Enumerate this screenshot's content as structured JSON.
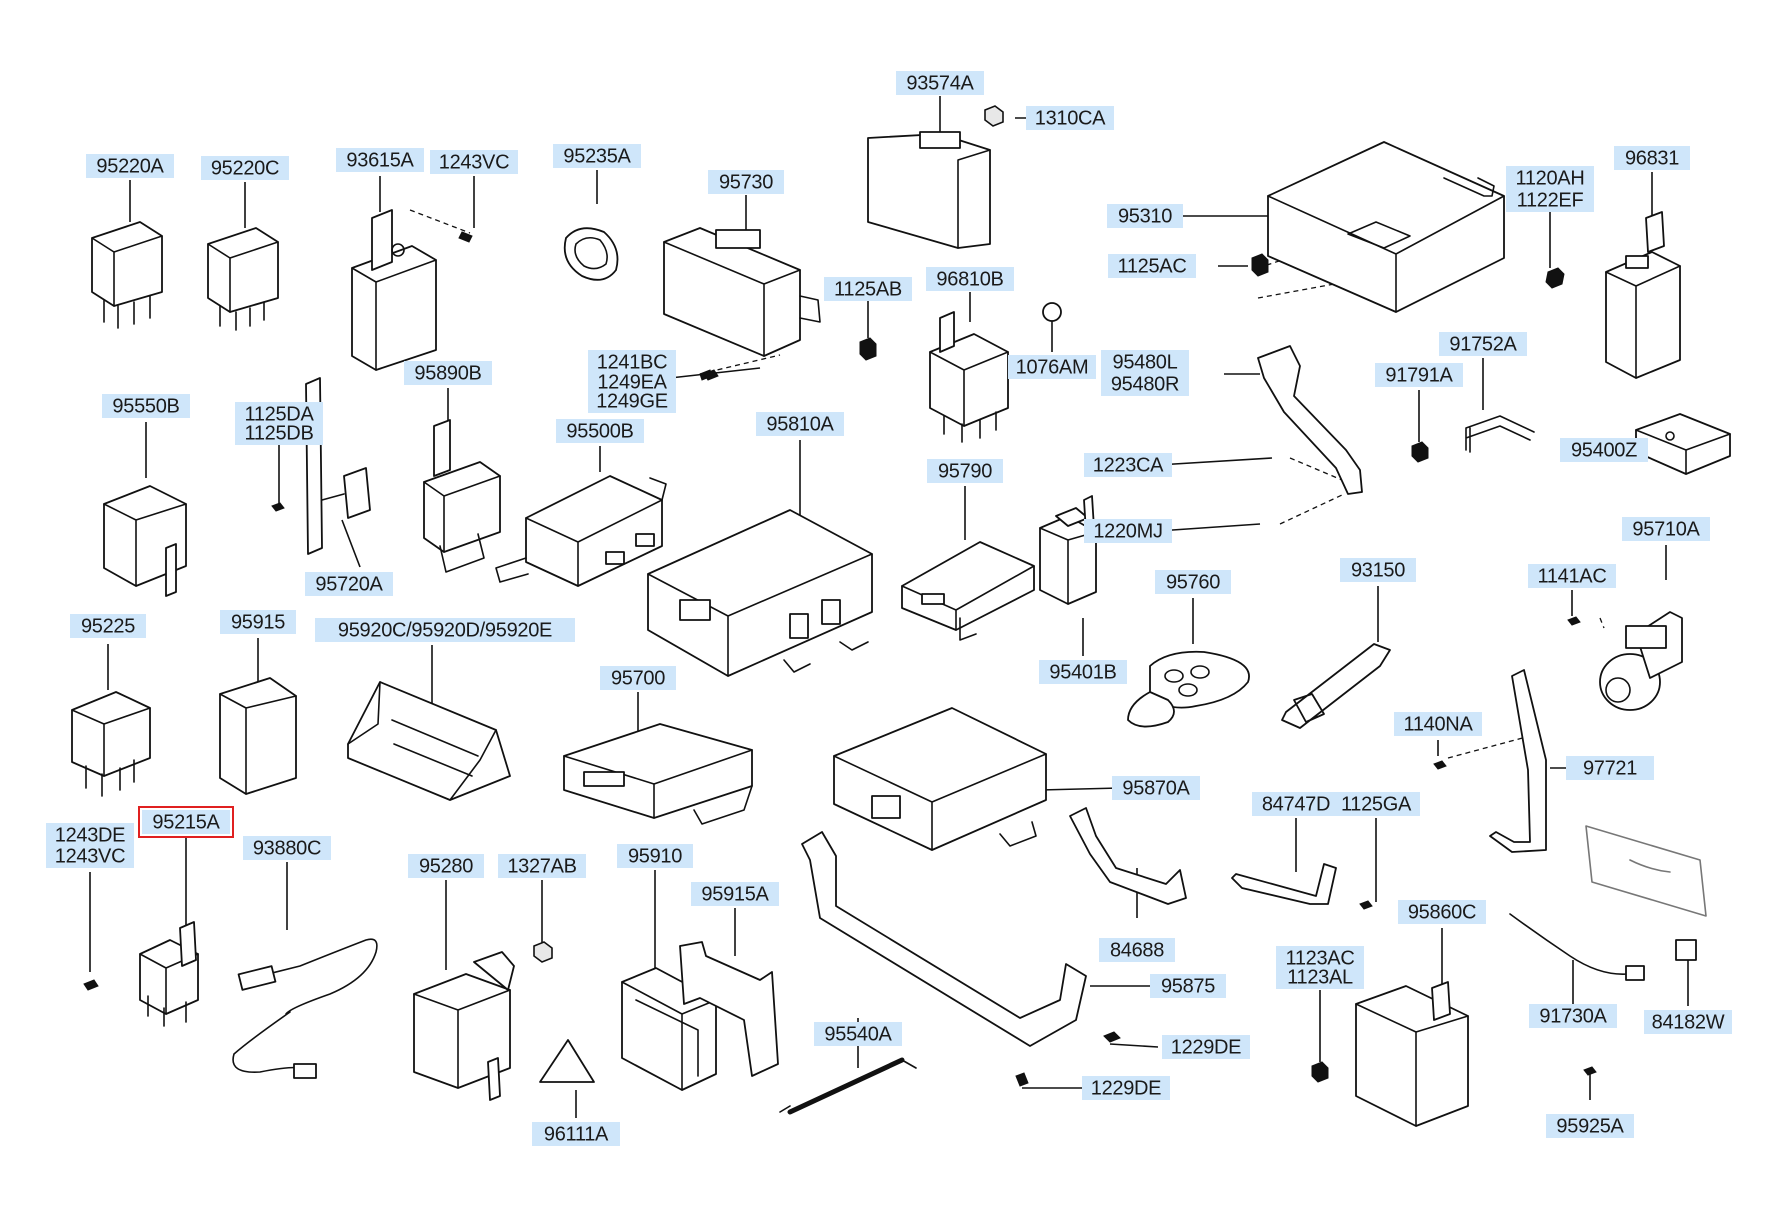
{
  "diagram": {
    "selected_part": "95215A",
    "labels": [
      {
        "id": "93574A",
        "text": "93574A"
      },
      {
        "id": "1310CA",
        "text": "1310CA"
      },
      {
        "id": "95220A",
        "text": "95220A"
      },
      {
        "id": "95220C",
        "text": "95220C"
      },
      {
        "id": "93615A",
        "text": "93615A"
      },
      {
        "id": "1243VC_top",
        "text": "1243VC"
      },
      {
        "id": "95235A",
        "text": "95235A"
      },
      {
        "id": "95730",
        "text": "95730"
      },
      {
        "id": "95310",
        "text": "95310"
      },
      {
        "id": "1120AH",
        "text": "1120AH"
      },
      {
        "id": "1122EF",
        "text": "1122EF"
      },
      {
        "id": "96831",
        "text": "96831"
      },
      {
        "id": "1125AC",
        "text": "1125AC"
      },
      {
        "id": "1125AB",
        "text": "1125AB"
      },
      {
        "id": "96810B",
        "text": "96810B"
      },
      {
        "id": "1076AM",
        "text": "1076AM"
      },
      {
        "id": "95480L",
        "text": "95480L"
      },
      {
        "id": "95480R",
        "text": "95480R"
      },
      {
        "id": "91752A",
        "text": "91752A"
      },
      {
        "id": "91791A",
        "text": "91791A"
      },
      {
        "id": "95400Z",
        "text": "95400Z"
      },
      {
        "id": "95550B",
        "text": "95550B"
      },
      {
        "id": "1125DA",
        "text": "1125DA"
      },
      {
        "id": "1125DB",
        "text": "1125DB"
      },
      {
        "id": "95890B",
        "text": "95890B"
      },
      {
        "id": "1241BC",
        "text": "1241BC"
      },
      {
        "id": "1249EA",
        "text": "1249EA"
      },
      {
        "id": "1249GE",
        "text": "1249GE"
      },
      {
        "id": "95500B",
        "text": "95500B"
      },
      {
        "id": "95810A",
        "text": "95810A"
      },
      {
        "id": "95720A",
        "text": "95720A"
      },
      {
        "id": "95790",
        "text": "95790"
      },
      {
        "id": "1223CA",
        "text": "1223CA"
      },
      {
        "id": "1220MJ",
        "text": "1220MJ"
      },
      {
        "id": "95760",
        "text": "95760"
      },
      {
        "id": "93150",
        "text": "93150"
      },
      {
        "id": "95710A",
        "text": "95710A"
      },
      {
        "id": "1141AC",
        "text": "1141AC"
      },
      {
        "id": "95225",
        "text": "95225"
      },
      {
        "id": "95915",
        "text": "95915"
      },
      {
        "id": "95920",
        "text": "95920C/95920D/95920E"
      },
      {
        "id": "95401B",
        "text": "95401B"
      },
      {
        "id": "95700",
        "text": "95700"
      },
      {
        "id": "1140NA",
        "text": "1140NA"
      },
      {
        "id": "97721",
        "text": "97721"
      },
      {
        "id": "1243DE",
        "text": "1243DE"
      },
      {
        "id": "1243VC_bot",
        "text": "1243VC"
      },
      {
        "id": "95215A",
        "text": "95215A"
      },
      {
        "id": "93880C",
        "text": "93880C"
      },
      {
        "id": "95870A",
        "text": "95870A"
      },
      {
        "id": "84747D",
        "text": "84747D"
      },
      {
        "id": "1125GA",
        "text": "1125GA"
      },
      {
        "id": "95280",
        "text": "95280"
      },
      {
        "id": "1327AB",
        "text": "1327AB"
      },
      {
        "id": "95910",
        "text": "95910"
      },
      {
        "id": "95915A",
        "text": "95915A"
      },
      {
        "id": "84688",
        "text": "84688"
      },
      {
        "id": "95860C",
        "text": "95860C"
      },
      {
        "id": "1123AC",
        "text": "1123AC"
      },
      {
        "id": "1123AL",
        "text": "1123AL"
      },
      {
        "id": "95875",
        "text": "95875"
      },
      {
        "id": "95540A",
        "text": "95540A"
      },
      {
        "id": "1229DE_a",
        "text": "1229DE"
      },
      {
        "id": "1229DE_b",
        "text": "1229DE"
      },
      {
        "id": "91730A",
        "text": "91730A"
      },
      {
        "id": "84182W",
        "text": "84182W"
      },
      {
        "id": "96111A",
        "text": "96111A"
      },
      {
        "id": "95925A",
        "text": "95925A"
      }
    ]
  }
}
